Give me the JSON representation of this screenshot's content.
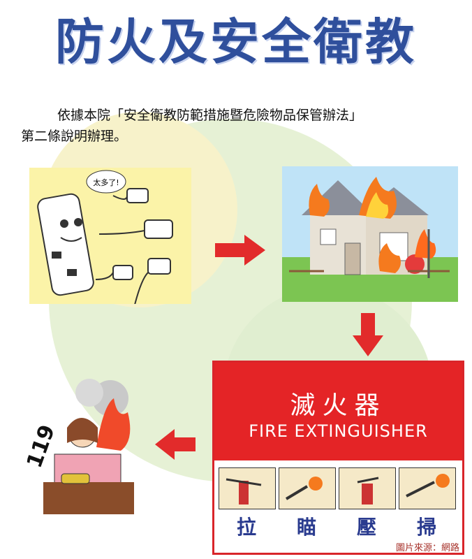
{
  "title": "防火及安全衛教",
  "intro": {
    "line1": "依據本院「安全衛教防範措施暨危險物品保管辦法」",
    "line2": "第二條說明辦理。"
  },
  "panels": {
    "overload": {
      "bubble": "太多了!"
    },
    "house": {},
    "extinguisher": {
      "name_cn": "滅火器",
      "name_en": "FIRE EXTINGUISHER",
      "steps": [
        "拉",
        "瞄",
        "壓",
        "掃"
      ]
    },
    "call": {
      "number": "119"
    }
  },
  "credit": "圖片來源：網路",
  "colors": {
    "title": "#2f4f9c",
    "arrow": "#e22b2b",
    "sign": "#e42426",
    "step_text": "#2a3b8f"
  }
}
